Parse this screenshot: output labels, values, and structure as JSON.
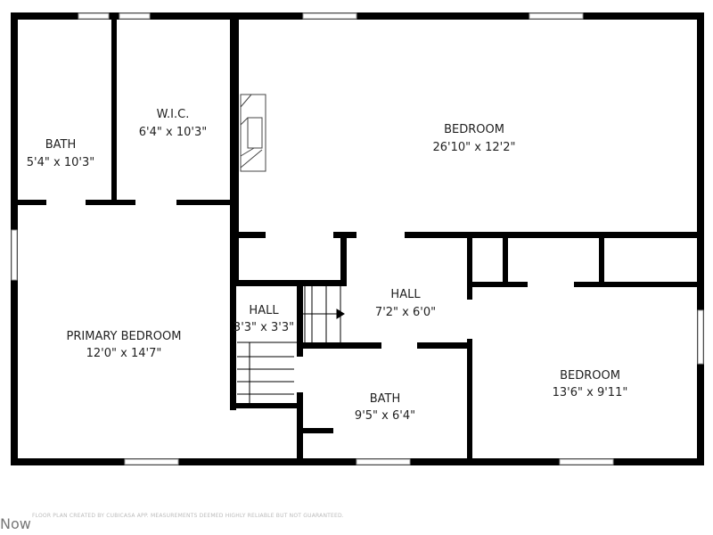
{
  "rooms": [
    {
      "name": "BATH",
      "size": "5'4\" x 10'3\""
    },
    {
      "name": "W.I.C.",
      "size": "6'4\" x 10'3\""
    },
    {
      "name": "BEDROOM",
      "size": "26'10\" x 12'2\""
    },
    {
      "name": "PRIMARY BEDROOM",
      "size": "12'0\" x 14'7\""
    },
    {
      "name": "HALL",
      "size": "3'3\" x 3'3\""
    },
    {
      "name": "HALL",
      "size": "7'2\" x 6'0\""
    },
    {
      "name": "BATH",
      "size": "9'5\" x 6'4\""
    },
    {
      "name": "BEDROOM",
      "size": "13'6\" x 9'11\""
    }
  ],
  "footer_note": "FLOOR PLAN CREATED BY CUBICASA APP. MEASUREMENTS DEEMED HIGHLY RELIABLE BUT NOT GUARANTEED.",
  "watermark": "Now",
  "colors": {
    "wall": "#000000",
    "background": "#ffffff"
  }
}
